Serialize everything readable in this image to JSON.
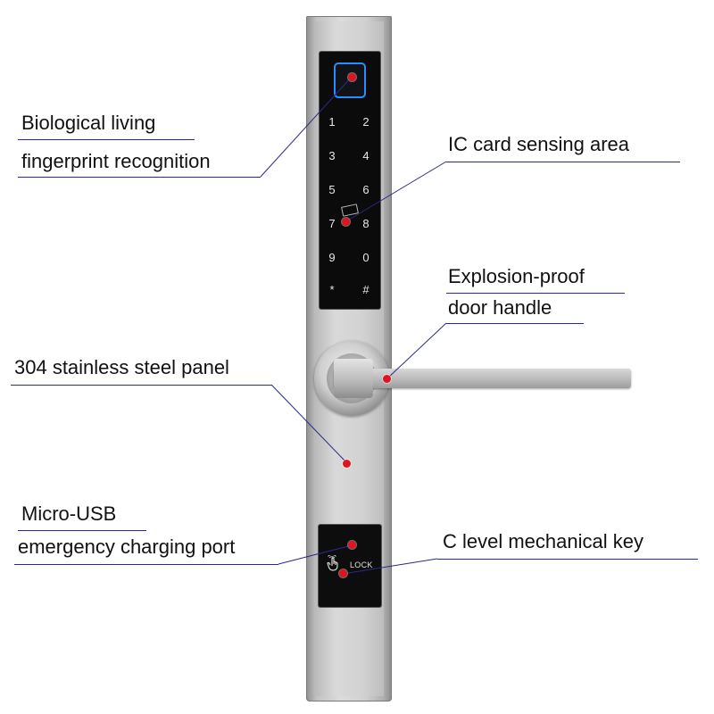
{
  "keypad": {
    "keys": [
      "1",
      "2",
      "3",
      "4",
      "5",
      "6",
      "7",
      "8",
      "9",
      "0",
      "*",
      "#"
    ]
  },
  "module": {
    "lock_text": "LOCK"
  },
  "labels": {
    "fingerprint_line1": "Biological living",
    "fingerprint_line2": "fingerprint recognition",
    "ic_card": "IC card sensing area",
    "handle_line1": "Explosion-proof",
    "handle_line2": "door handle",
    "panel": "304 stainless steel panel",
    "usb_line1": "Micro-USB",
    "usb_line2": "emergency charging port",
    "key": "C level mechanical key"
  },
  "colors": {
    "callout_dot": "#e0141e",
    "callout_line": "#2a2a8a",
    "fingerprint_ring": "#2a8cff"
  },
  "icons": [
    "fingerprint-sensor-icon",
    "card-icon",
    "hand-touch-icon"
  ]
}
